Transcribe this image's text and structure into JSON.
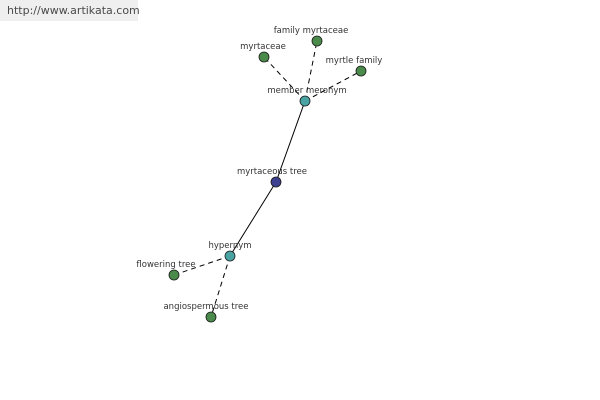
{
  "watermark": {
    "url": "http://www.artikata.com"
  },
  "colors": {
    "center": "#3d3f8f",
    "relation": "#4aa3a3",
    "leaf": "#4a8a4a",
    "edge": "#000000",
    "banner": "#efefef"
  },
  "graph": {
    "nodes": [
      {
        "id": "myrtaceous-tree",
        "label": "myrtaceous tree",
        "kind": "center"
      },
      {
        "id": "member-meronym",
        "label": "member meronym",
        "kind": "relation"
      },
      {
        "id": "hypernym",
        "label": "hypernym",
        "kind": "relation"
      },
      {
        "id": "myrtaceae",
        "label": "myrtaceae",
        "kind": "leaf"
      },
      {
        "id": "family-myrtaceae",
        "label": "family myrtaceae",
        "kind": "leaf"
      },
      {
        "id": "myrtle-family",
        "label": "myrtle family",
        "kind": "leaf"
      },
      {
        "id": "flowering-tree",
        "label": "flowering tree",
        "kind": "leaf"
      },
      {
        "id": "angiospermous-tree",
        "label": "angiospermous tree",
        "kind": "leaf"
      }
    ],
    "edges": [
      {
        "from": "myrtaceous-tree",
        "to": "member-meronym",
        "style": "solid"
      },
      {
        "from": "myrtaceous-tree",
        "to": "hypernym",
        "style": "solid"
      },
      {
        "from": "member-meronym",
        "to": "myrtaceae",
        "style": "dashed"
      },
      {
        "from": "member-meronym",
        "to": "family-myrtaceae",
        "style": "dashed"
      },
      {
        "from": "member-meronym",
        "to": "myrtle-family",
        "style": "dashed"
      },
      {
        "from": "hypernym",
        "to": "flowering-tree",
        "style": "dashed"
      },
      {
        "from": "hypernym",
        "to": "angiospermous-tree",
        "style": "dashed"
      }
    ]
  }
}
